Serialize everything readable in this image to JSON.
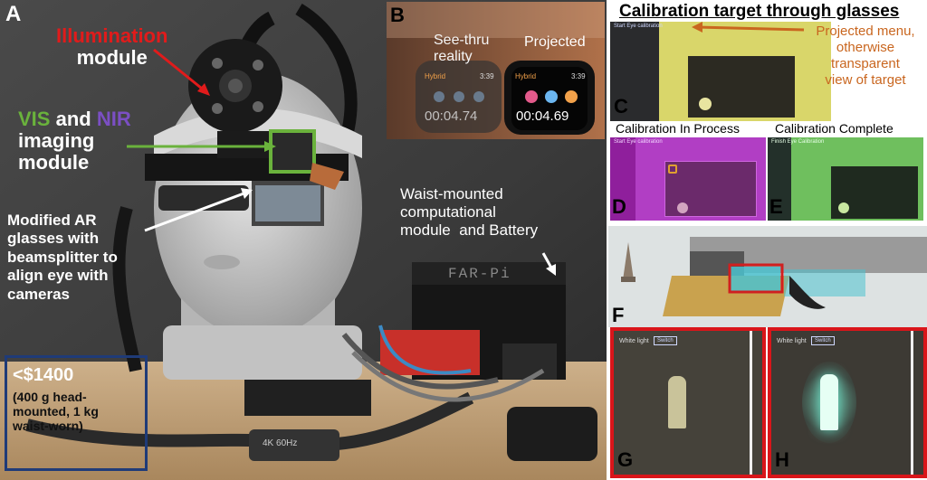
{
  "panel_a": {
    "letter": "A",
    "illumination": {
      "line1": "Illumination",
      "line2": "module"
    },
    "imaging": {
      "vis": "VIS",
      "and": " and ",
      "nir": "NIR",
      "line2": "imaging",
      "line3": "module"
    },
    "glasses": {
      "line1": "Modified AR",
      "line2": "glasses with",
      "line3": "beamsplitter to",
      "line4": "align eye with",
      "line5": "cameras"
    },
    "waist": {
      "line1": "Waist-mounted",
      "line2": "computational",
      "line3": "module  and Battery"
    },
    "cost": {
      "line1": "<$1400",
      "line2": "(400 g head-",
      "line3": "mounted, 1 kg",
      "line4": "waist-worn)"
    },
    "box_brand": "FAR-Pi",
    "cable_label": "4K 60Hz"
  },
  "panel_b": {
    "letter": "B",
    "left_label": {
      "line1": "See-thru",
      "line2": "reality"
    },
    "right_label": "Projected",
    "left_watch": {
      "mode": "Hybrid",
      "clock": "3:39",
      "timer": "00:04.74"
    },
    "right_watch": {
      "mode": "Hybrid",
      "clock": "3:39",
      "timer": "00:04.69"
    }
  },
  "panel_c": {
    "title": "Calibration target through glasses",
    "letter": "C",
    "menu_text": "Start Eye calibration",
    "note": {
      "line1": "Projected menu,",
      "line2": "otherwise",
      "line3": "transparent",
      "line4": "view of target"
    }
  },
  "panel_d": {
    "letter": "D",
    "caption": "Calibration In Process",
    "menu_text": "Start Eye calibration"
  },
  "panel_e": {
    "letter": "E",
    "caption": "Calibration Complete",
    "menu_text": "Finish Eye Calibration"
  },
  "panel_f": {
    "letter": "F"
  },
  "panel_g": {
    "letter": "G",
    "menu_text": "White light",
    "button_text": "Switch"
  },
  "panel_h": {
    "letter": "H",
    "menu_text": "White light",
    "button_text": "Switch"
  }
}
